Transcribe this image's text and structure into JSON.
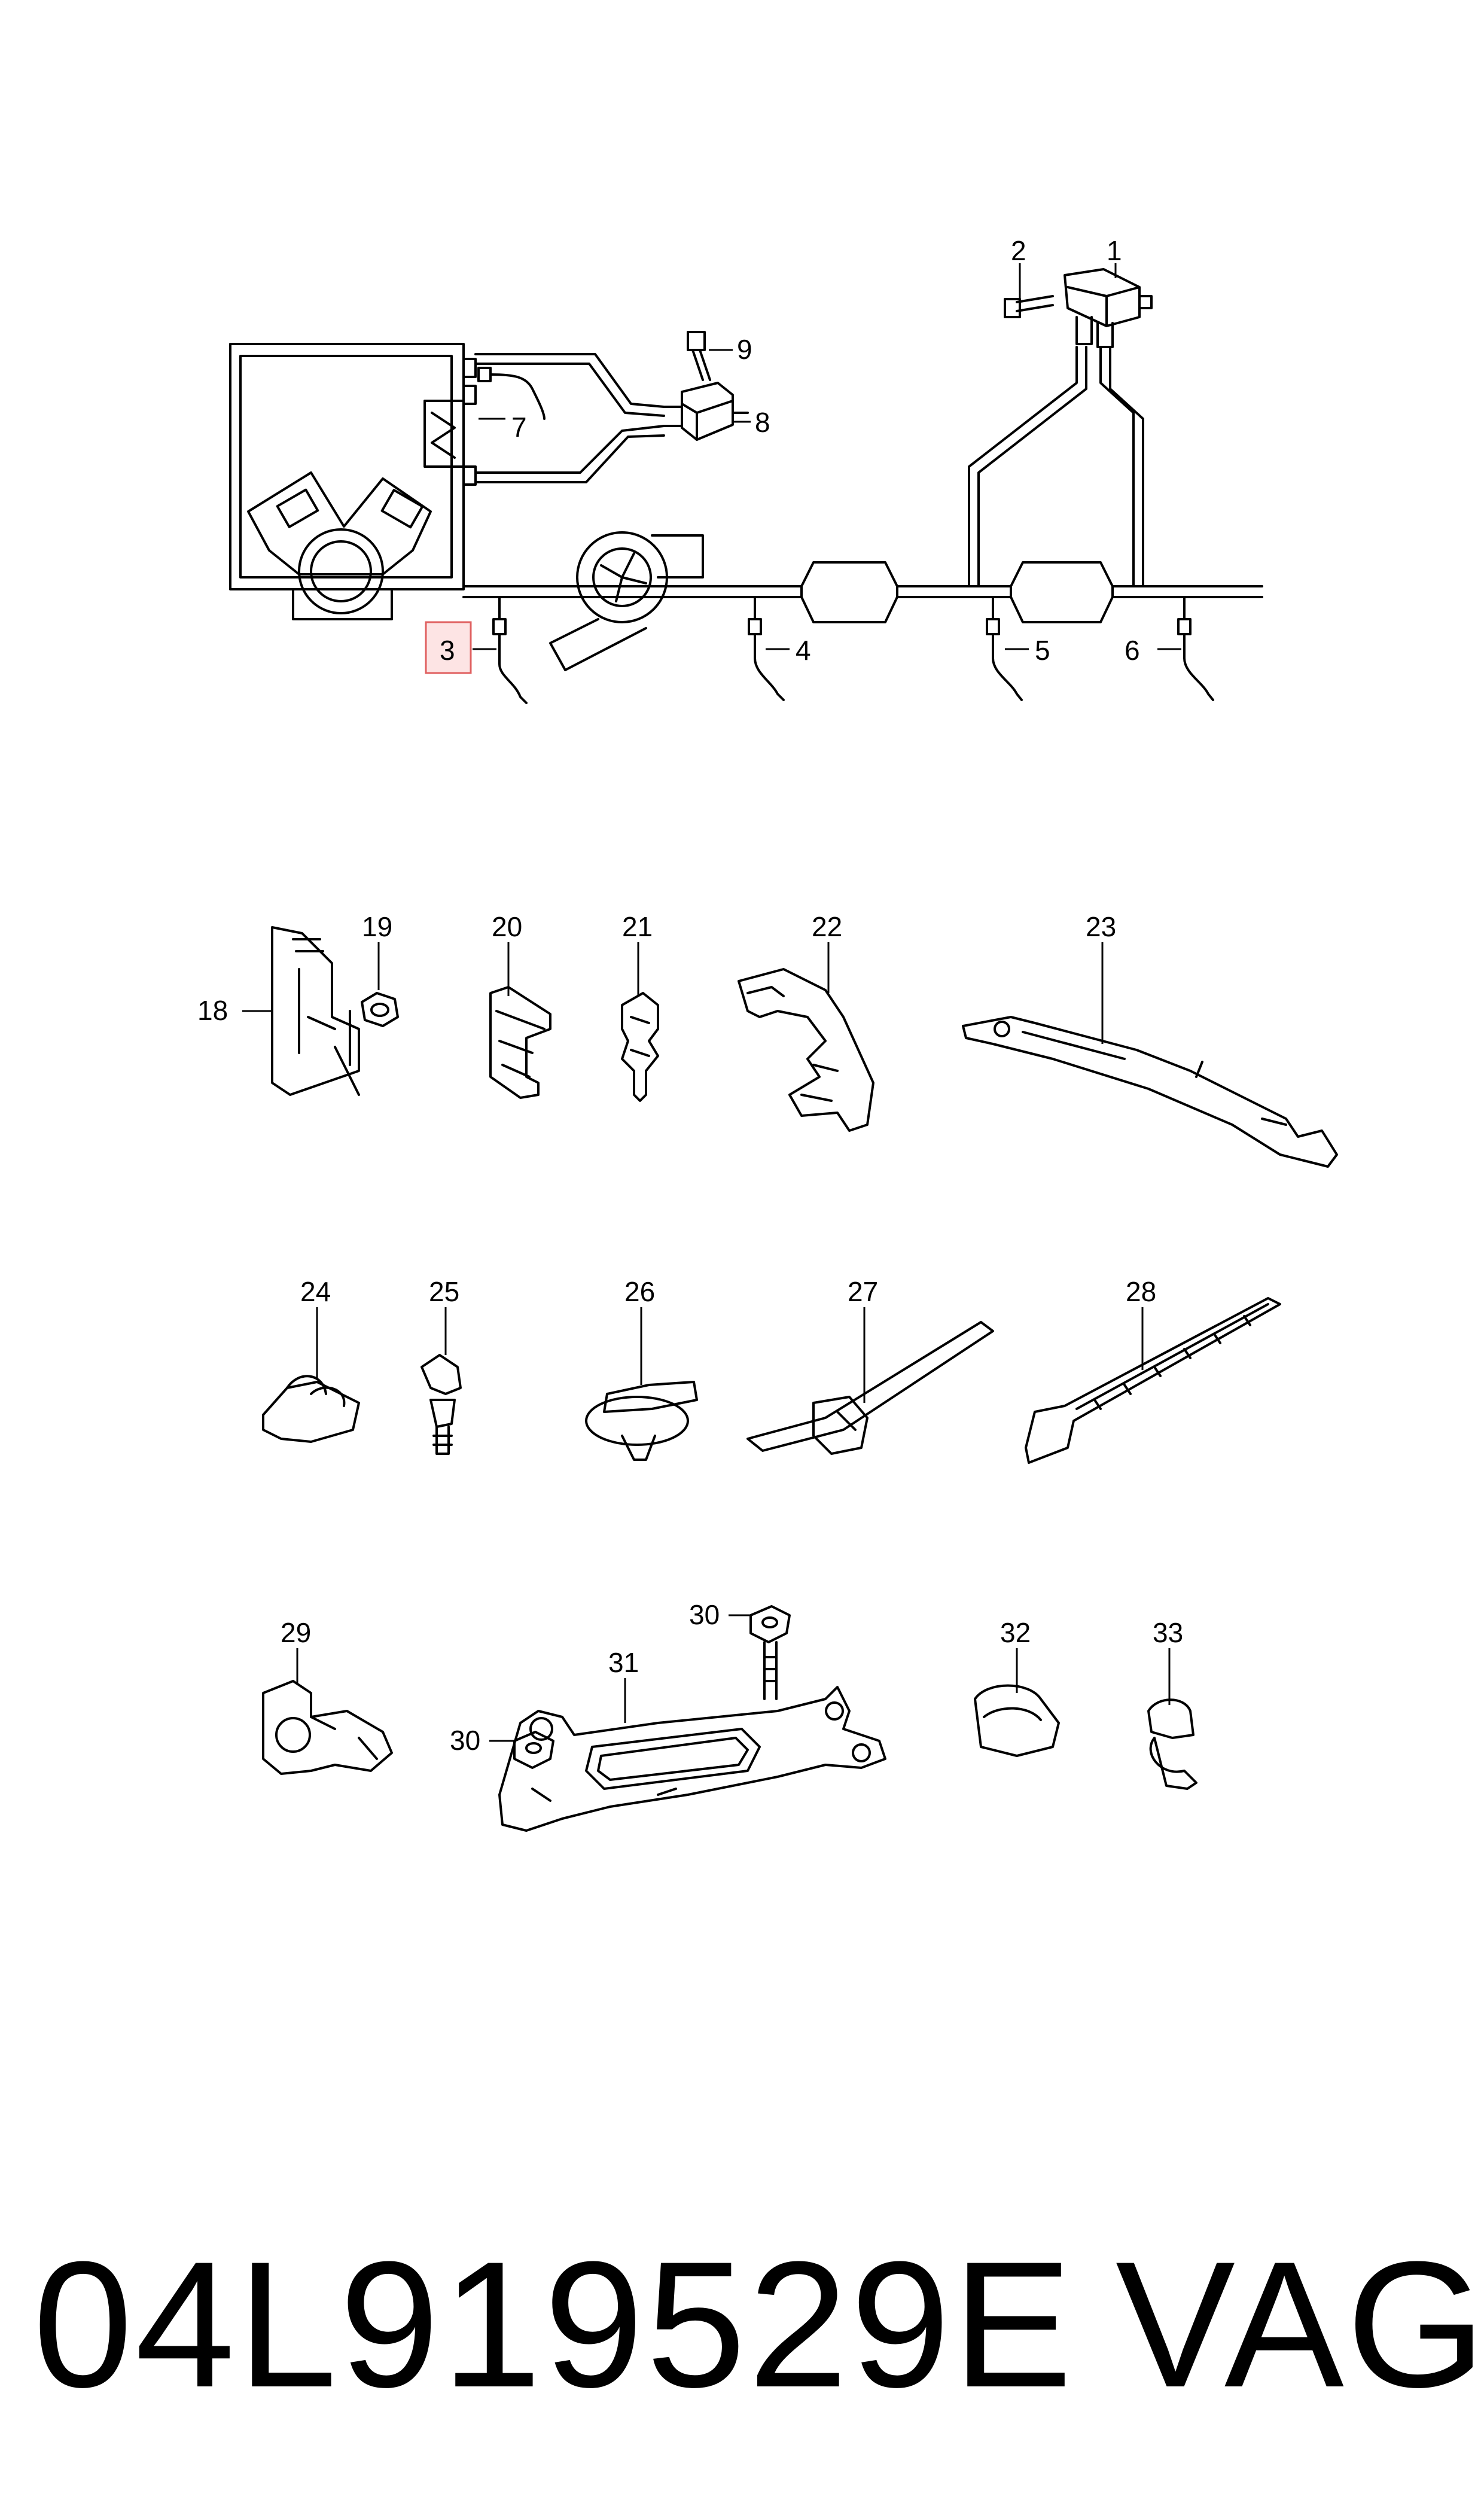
{
  "diagram": {
    "callouts": {
      "c1": "1",
      "c2": "2",
      "c3": "3",
      "c4": "4",
      "c5": "5",
      "c6": "6",
      "c7": "7",
      "c8": "8",
      "c9": "9",
      "c18": "18",
      "c19": "19",
      "c20": "20",
      "c21": "21",
      "c22": "22",
      "c23": "23",
      "c24": "24",
      "c25": "25",
      "c26": "26",
      "c27": "27",
      "c28": "28",
      "c29": "29",
      "c30a": "30",
      "c30b": "30",
      "c31": "31",
      "c32": "32",
      "c33": "33"
    },
    "highlighted_callout": "3",
    "highlight_color": "#fde4e4"
  },
  "footer": {
    "part_number": "04L919529E",
    "brand": "VAG"
  }
}
